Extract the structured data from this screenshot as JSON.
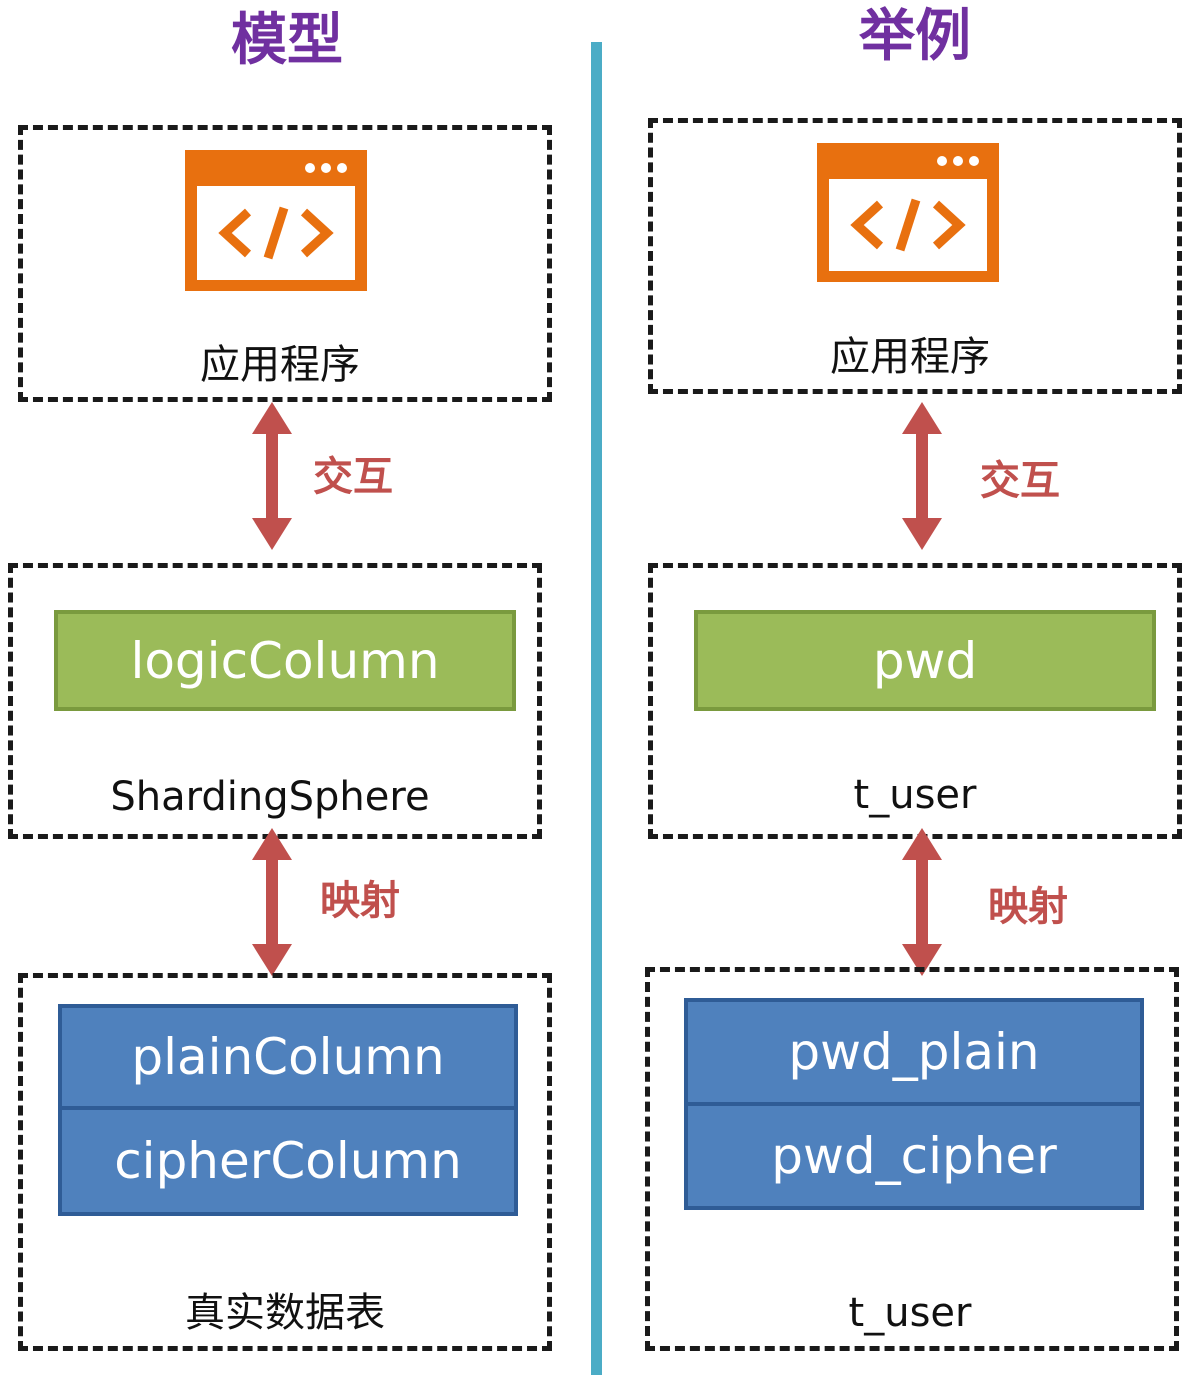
{
  "model": {
    "heading": "模型",
    "app_label": "应用程序",
    "interact_label": "交互",
    "logic_column": "logicColumn",
    "middle_label": "ShardingSphere",
    "map_label": "映射",
    "plain_column": "plainColumn",
    "cipher_column": "cipherColumn",
    "bottom_label": "真实数据表"
  },
  "example": {
    "heading": "举例",
    "app_label": "应用程序",
    "interact_label": "交互",
    "logic_column": "pwd",
    "middle_label": "t_user",
    "map_label": "映射",
    "plain_column": "pwd_plain",
    "cipher_column": "pwd_cipher",
    "bottom_label": "t_user"
  },
  "colors": {
    "heading": "#7030a0",
    "divider": "#4bacc6",
    "app_icon": "#e8700f",
    "logic_box": "#9bbb59",
    "physical_box": "#4f81bd",
    "arrow": "#c0504d"
  },
  "icons": {
    "app": "code-window-icon",
    "arrow": "double-arrow-icon"
  }
}
